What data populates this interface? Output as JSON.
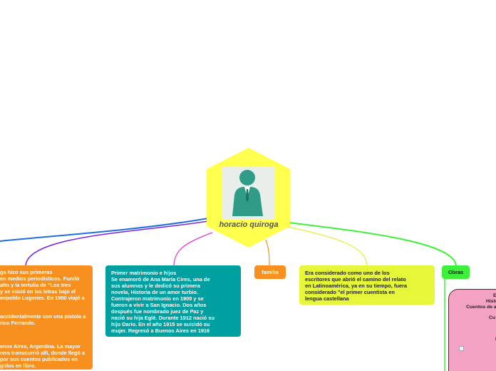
{
  "central": {
    "title": "horacio quiroga",
    "icon": "businessman-icon",
    "color": "#ffff4d"
  },
  "left_orange": {
    "lines1": [
      "ga hizo sus primeras",
      "en medios periodísticos. Fundó",
      "alto y la tertulia de \"Los tres",
      "y se inició en las letras bajo el",
      "eopoldo Lugones. En 1900 viajó a"
    ],
    "lines2": [
      "accidentalmente con una pistola a",
      "rico Ferrando."
    ],
    "lines3": [
      "enos Aires, Argentina. La mayor",
      "rera transcurrió allí, donde llegó a",
      "por sus cuentos publicados en",
      "gidos en libro."
    ]
  },
  "marriage": {
    "lines": [
      "Primer matrimonio e hijos",
      "Se enamoró de Ana María Cires, una de",
      "sus alumnas y le dedicó su primera",
      "novela, Historia de un amor turbio.",
      "Contrajeron matrimonio en 1909 y se",
      "fueron a vivir a San Ignacio. Dos años",
      "después fue nombrado juez de Paz y",
      "nació su hija Eglé. Durante 1912 nació su",
      "hijo Darío. En el año 1915 se suicidó su",
      "mujer. Regresó a Buenos Aires en 1916"
    ]
  },
  "familia": {
    "label": "familia"
  },
  "relato": {
    "lines": [
      "Era considerado como uno de los",
      "escritores que abrió el camino del relato",
      "en Latinoamérica, ya en su tiempo, fuera",
      "considerado \"el primer cuentista en",
      "lengua castellana"
    ]
  },
  "obras": {
    "label": "Obras"
  },
  "works_partial": {
    "lines": [
      "E",
      "Histo",
      "Cuentos de a",
      "Cu",
      "L"
    ]
  },
  "colors": {
    "blue_link": "#1f6fe0",
    "purple_link": "#7b24e0",
    "magenta_link": "#d63ad6",
    "orange_link": "#f7901e",
    "yellowgreen_link": "#e3f03a",
    "green_link": "#3ef03a"
  }
}
